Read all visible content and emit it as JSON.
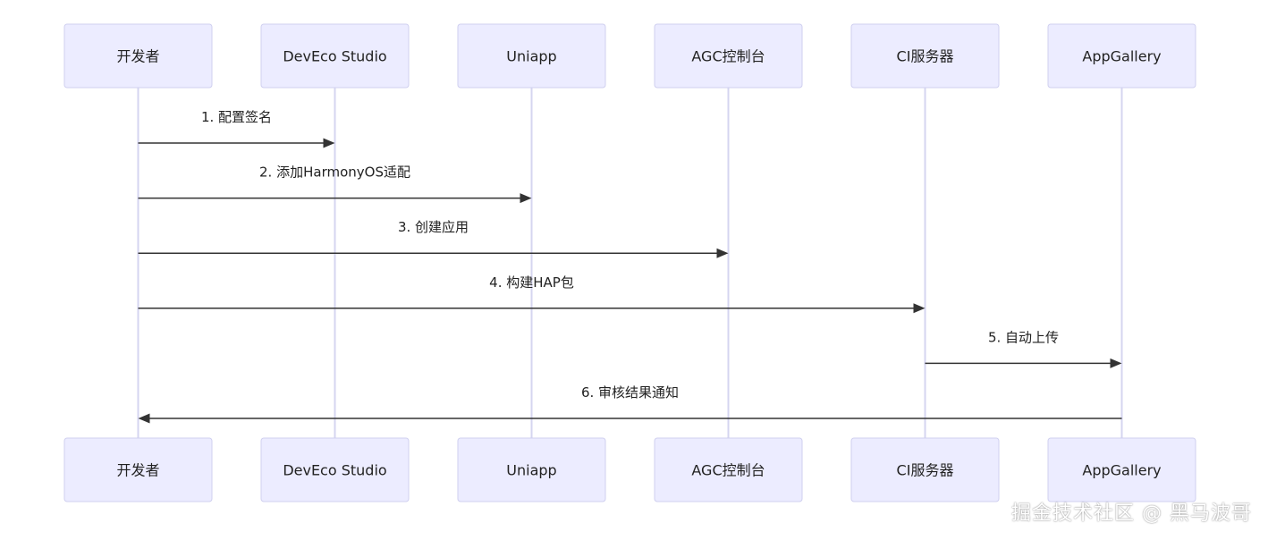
{
  "participants": [
    {
      "id": "dev",
      "label": "开发者"
    },
    {
      "id": "deveco",
      "label": "DevEco Studio"
    },
    {
      "id": "uniapp",
      "label": "Uniapp"
    },
    {
      "id": "agc",
      "label": "AGC控制台"
    },
    {
      "id": "ci",
      "label": "CI服务器"
    },
    {
      "id": "appgallery",
      "label": "AppGallery"
    }
  ],
  "messages": [
    {
      "from": 0,
      "to": 1,
      "label": "1. 配置签名"
    },
    {
      "from": 0,
      "to": 2,
      "label": "2. 添加HarmonyOS适配"
    },
    {
      "from": 0,
      "to": 3,
      "label": "3. 创建应用"
    },
    {
      "from": 0,
      "to": 4,
      "label": "4. 构建HAP包"
    },
    {
      "from": 4,
      "to": 5,
      "label": "5. 自动上传"
    },
    {
      "from": 5,
      "to": 0,
      "label": "6. 审核结果通知"
    }
  ],
  "watermark": "掘金技术社区 @ 黑马波哥",
  "colors": {
    "actor_fill": "#ececff",
    "actor_stroke": "#cfcfef",
    "lifeline": "#d5d5f0",
    "arrow": "#333333"
  }
}
